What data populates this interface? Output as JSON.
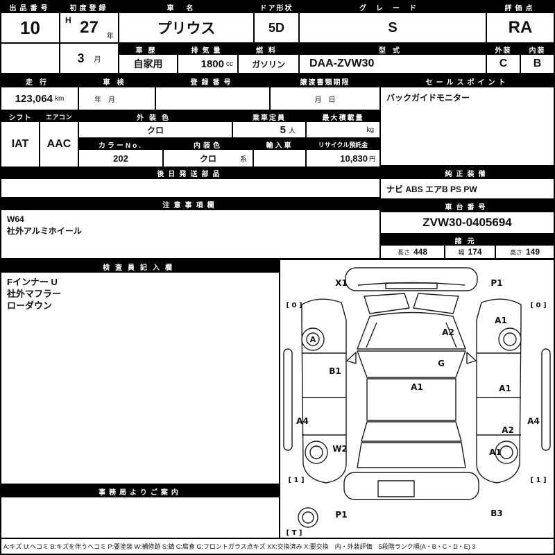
{
  "header": {
    "exhibit_no_label": "出品番号",
    "exhibit_no": "10",
    "first_reg_label": "初度登録",
    "first_reg_era": "H",
    "first_reg_year": "27",
    "year_unit": "年",
    "first_reg_month": "3",
    "month_unit": "月",
    "car_name_label": "車名",
    "car_name": "プリウス",
    "door_label": "ドア形状",
    "door": "5D",
    "grade_label": "グレード",
    "grade": "S",
    "score_label": "評価点",
    "score": "RA",
    "history_label": "車歴",
    "history": "自家用",
    "displacement_label": "排気量",
    "displacement": "1800",
    "displacement_unit": "cc",
    "fuel_label": "燃料",
    "fuel": "ガソリン",
    "model_label": "型式",
    "model": "DAA-ZVW30",
    "exterior_label": "外装",
    "exterior_grade": "C",
    "interior_label": "内装",
    "interior_grade": "B"
  },
  "middle": {
    "mileage_label": "走行",
    "mileage": "123,064",
    "mileage_unit": "km",
    "inspection_label": "車検",
    "inspection_value": "年　月",
    "reg_no_label": "登録番号",
    "transfer_label": "譲渡書類期限",
    "transfer_value": "月　日",
    "sales_label": "セールスポイント",
    "sales_value": "バックガイドモニター",
    "shift_label": "シフト",
    "shift": "IAT",
    "aircon_label": "エアコン",
    "aircon": "AAC",
    "ext_color_label": "外装色",
    "ext_color": "クロ",
    "capacity_label": "乗車定員",
    "capacity": "5",
    "capacity_unit": "人",
    "max_load_label": "最大積載量",
    "max_load_unit": "kg",
    "color_no_label": "カラーNo.",
    "color_no": "202",
    "int_color_label": "内装色",
    "int_color": "クロ",
    "int_color_suffix": "系",
    "import_label": "輸入車",
    "recycle_label": "リサイクル預託金",
    "recycle": "10,830",
    "recycle_unit": "円",
    "later_parts_label": "後日発送部品",
    "equipment_label": "純正装備",
    "equipment": "ナビ ABS エアB PS PW",
    "notes_label": "注意事項欄",
    "notes_lines": [
      "W64",
      "社外アルミホイール"
    ],
    "chassis_label": "車台番号",
    "chassis": "ZVW30-0405694",
    "spec_label": "諸元",
    "length_label": "長さ",
    "length": "448",
    "width_label": "幅",
    "width": "174",
    "height_label": "高さ",
    "height": "149"
  },
  "bottom": {
    "inspector_label": "検査員記入欄",
    "inspector_lines": [
      "Fインナー U",
      "社外マフラー",
      "ローダウン"
    ],
    "office_label": "事務局よりご案内"
  },
  "diagram": {
    "labels": [
      "X1",
      "P1",
      "[ 0 ]",
      "[ 0 ]",
      "A",
      "A1",
      "A2",
      "B1",
      "G",
      "A1",
      "A1",
      "A4",
      "A4",
      "W2",
      "A2",
      "A1",
      "[ 1 ]",
      "[ 1 ]",
      "P1",
      "B3",
      "[ T ]"
    ]
  },
  "legend": "A:キズ U:ヘコミ B:キズを伴うヘコミ P:要塗装 W:補修跡 S:錆 C:腐食 G:フロントガラス点キズ XX:交換済み X:要交換　内・外装評価　5段階ランク順(A・B・C・D・E) 3"
}
